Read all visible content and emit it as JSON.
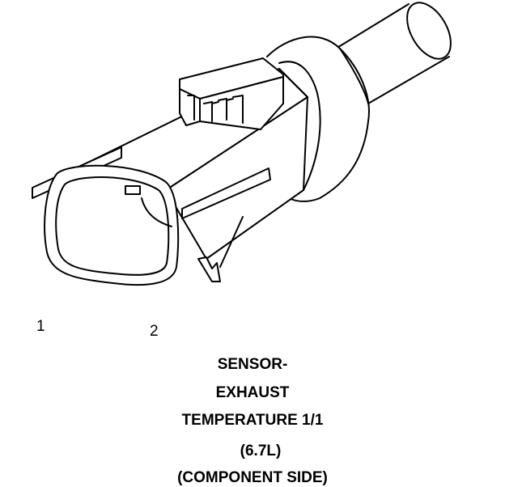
{
  "pins": {
    "pin1": "1",
    "pin2": "2"
  },
  "caption": {
    "line1": "SENSOR-",
    "line2": "EXHAUST",
    "line3": "TEMPERATURE 1/1",
    "line4": "(6.7L)",
    "line5": "(COMPONENT SIDE)"
  },
  "colors": {
    "line": "#000000",
    "background": "#ffffff"
  }
}
